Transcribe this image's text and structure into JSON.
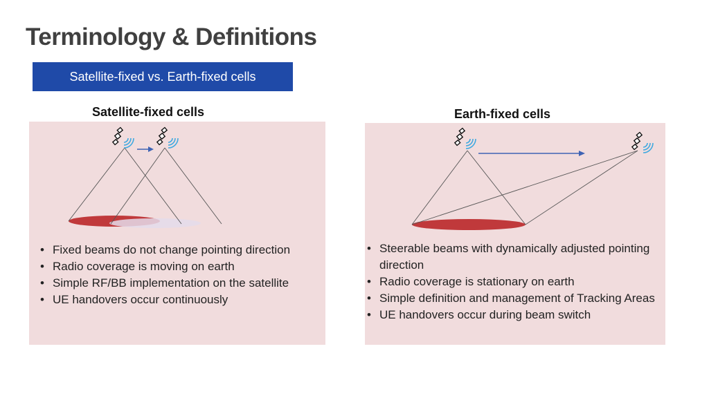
{
  "slide": {
    "title": "Terminology & Definitions",
    "subtitle": "Satellite-fixed vs. Earth-fixed cells"
  },
  "left_panel": {
    "heading": "Satellite-fixed cells",
    "bullets": [
      "Fixed beams do not change pointing direction",
      "Radio coverage is moving on earth",
      "Simple RF/BB implementation on the satellite",
      "UE handovers occur continuously"
    ]
  },
  "right_panel": {
    "heading": "Earth-fixed cells",
    "bullets": [
      "Steerable beams with dynamically adjusted pointing direction",
      "Radio coverage is stationary on earth",
      "Simple definition and management of Tracking Areas",
      "UE handovers occur during beam switch"
    ]
  },
  "colors": {
    "accent": "#1f4aa8",
    "panel_bg": "#f1dcdd",
    "footprint": "#c0393b",
    "beam_icon": "#3fa9e0"
  },
  "icons": [
    "satellite-icon",
    "signal-waves-icon",
    "arrow-right-icon"
  ]
}
